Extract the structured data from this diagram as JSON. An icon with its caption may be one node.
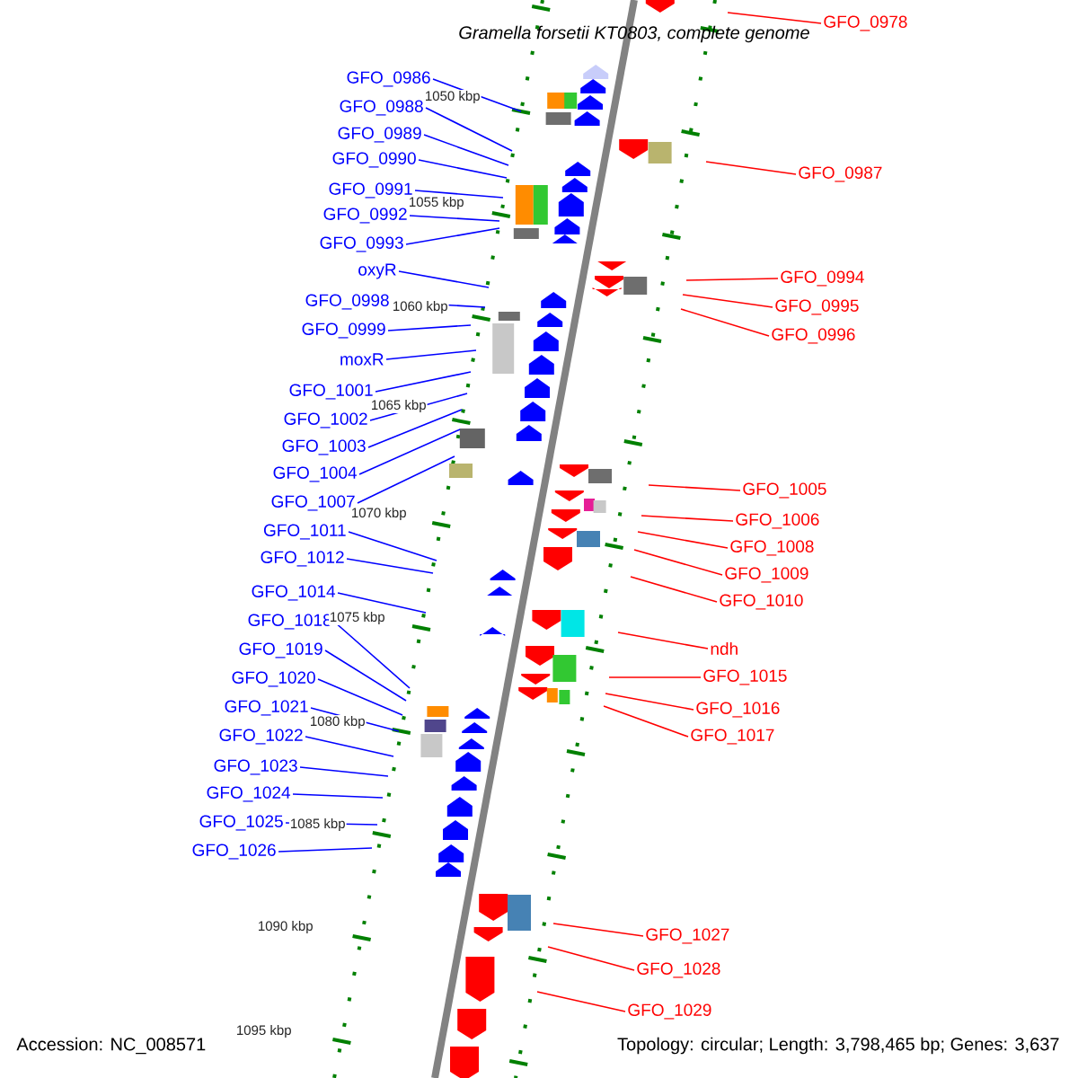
{
  "diagram": {
    "title": "Gramella forsetii KT0803, complete genome",
    "nodes": [
      {
        "text": [
          "GFO_0986"
        ]
      },
      {
        "text": [
          "GFO_0988"
        ]
      },
      {
        "text": [
          "GFO_0989"
        ]
      },
      {
        "text": [
          "GFO_0990"
        ]
      },
      {
        "text": [
          "GFO_0991"
        ]
      },
      {
        "text": [
          "GFO_0992"
        ]
      },
      {
        "text": [
          "GFO_0993"
        ]
      },
      {
        "text": [
          "oxyR"
        ]
      },
      {
        "text": [
          "GFO_0998"
        ]
      },
      {
        "text": [
          "GFO_0999"
        ]
      },
      {
        "text": [
          "moxR"
        ]
      },
      {
        "text": [
          "GFO_1001"
        ]
      },
      {
        "text": [
          "GFO_1002"
        ]
      },
      {
        "text": [
          "GFO_1003"
        ]
      },
      {
        "text": [
          "GFO_1004"
        ]
      },
      {
        "text": [
          "GFO_1007"
        ]
      },
      {
        "text": [
          "GFO_1011"
        ]
      },
      {
        "text": [
          "GFO_1012"
        ]
      },
      {
        "text": [
          "GFO_1014"
        ]
      },
      {
        "text": [
          "GFO_1018"
        ]
      },
      {
        "text": [
          "GFO_1019"
        ]
      },
      {
        "text": [
          "GFO_1020"
        ]
      },
      {
        "text": [
          "GFO_1021"
        ]
      },
      {
        "text": [
          "GFO_1022"
        ]
      },
      {
        "text": [
          "GFO_1023"
        ]
      },
      {
        "text": [
          "GFO_1024"
        ]
      },
      {
        "text": [
          "GFO_1025"
        ]
      },
      {
        "text": [
          "GFO_1026"
        ]
      },
      {
        "text": [
          "GFO_0978"
        ]
      },
      {
        "text": [
          "GFO_0987"
        ]
      },
      {
        "text": [
          "GFO_0994"
        ]
      },
      {
        "text": [
          "GFO_0995"
        ]
      },
      {
        "text": [
          "GFO_0996"
        ]
      },
      {
        "text": [
          "GFO_1005"
        ]
      },
      {
        "text": [
          "GFO_1006"
        ]
      },
      {
        "text": [
          "GFO_1008"
        ]
      },
      {
        "text": [
          "GFO_1009"
        ]
      },
      {
        "text": [
          "GFO_1010"
        ]
      },
      {
        "text": [
          "ndh"
        ]
      },
      {
        "text": [
          "GFO_1015"
        ]
      },
      {
        "text": [
          "GFO_1016"
        ]
      },
      {
        "text": [
          "GFO_1017"
        ]
      },
      {
        "text": [
          "GFO_1027"
        ]
      },
      {
        "text": [
          "GFO_1028"
        ]
      },
      {
        "text": [
          "GFO_1029"
        ]
      }
    ],
    "edges": [
      {
        "from": 0,
        "to": null,
        "arrow": "none"
      },
      {
        "from": 1,
        "to": null,
        "arrow": "none"
      },
      {
        "from": 2,
        "to": null,
        "arrow": "none"
      },
      {
        "from": 3,
        "to": null,
        "arrow": "none"
      },
      {
        "from": 4,
        "to": null,
        "arrow": "none"
      },
      {
        "from": 5,
        "to": null,
        "arrow": "none"
      },
      {
        "from": 6,
        "to": null,
        "arrow": "none"
      },
      {
        "from": 7,
        "to": null,
        "arrow": "none"
      },
      {
        "from": 8,
        "to": null,
        "arrow": "none"
      },
      {
        "from": 9,
        "to": null,
        "arrow": "none"
      },
      {
        "from": 10,
        "to": null,
        "arrow": "none"
      },
      {
        "from": 11,
        "to": null,
        "arrow": "none"
      },
      {
        "from": 12,
        "to": null,
        "arrow": "none"
      },
      {
        "from": 13,
        "to": null,
        "arrow": "none"
      },
      {
        "from": 14,
        "to": null,
        "arrow": "none"
      },
      {
        "from": 15,
        "to": null,
        "arrow": "none"
      },
      {
        "from": 16,
        "to": null,
        "arrow": "none"
      },
      {
        "from": 17,
        "to": null,
        "arrow": "none"
      },
      {
        "from": 18,
        "to": null,
        "arrow": "none"
      },
      {
        "from": 19,
        "to": null,
        "arrow": "none"
      },
      {
        "from": 20,
        "to": null,
        "arrow": "none"
      },
      {
        "from": 21,
        "to": null,
        "arrow": "none"
      },
      {
        "from": 22,
        "to": null,
        "arrow": "none"
      },
      {
        "from": 23,
        "to": null,
        "arrow": "none"
      },
      {
        "from": 24,
        "to": null,
        "arrow": "none"
      },
      {
        "from": 25,
        "to": null,
        "arrow": "none"
      },
      {
        "from": 26,
        "to": null,
        "arrow": "none"
      },
      {
        "from": 27,
        "to": null,
        "arrow": "none"
      },
      {
        "from": 28,
        "to": null,
        "arrow": "none",
        "color": "#ff0000"
      },
      {
        "from": 29,
        "to": null,
        "arrow": "none",
        "color": "#ff0000"
      },
      {
        "from": 30,
        "to": null,
        "arrow": "none",
        "color": "#ff0000"
      },
      {
        "from": 31,
        "to": null,
        "arrow": "none",
        "color": "#ff0000"
      },
      {
        "from": 32,
        "to": null,
        "arrow": "none",
        "color": "#ff0000"
      },
      {
        "from": 33,
        "to": null,
        "arrow": "none",
        "color": "#ff0000"
      },
      {
        "from": 34,
        "to": null,
        "arrow": "none",
        "color": "#ff0000"
      },
      {
        "from": 35,
        "to": null,
        "arrow": "none",
        "color": "#ff0000"
      },
      {
        "from": 36,
        "to": null,
        "arrow": "none",
        "color": "#ff0000"
      },
      {
        "from": 37,
        "to": null,
        "arrow": "none",
        "color": "#ff0000"
      },
      {
        "from": 38,
        "to": null,
        "arrow": "none",
        "color": "#ff0000"
      },
      {
        "from": 39,
        "to": null,
        "arrow": "none",
        "color": "#ff0000"
      },
      {
        "from": 40,
        "to": null,
        "arrow": "none",
        "color": "#ff0000"
      },
      {
        "from": 41,
        "to": null,
        "arrow": "none",
        "color": "#ff0000"
      },
      {
        "from": 42,
        "to": null,
        "arrow": "none",
        "color": "#ff0000"
      },
      {
        "from": 43,
        "to": null,
        "arrow": "none",
        "color": "#ff0000"
      },
      {
        "from": 44,
        "to": null,
        "arrow": "none",
        "color": "#ff0000"
      }
    ],
    "labels": [
      "1050 kbp",
      "1055 kbp",
      "1060 kbp",
      "1065 kbp",
      "1070 kbp",
      "1075 kbp",
      "1080 kbp",
      "1085 kbp",
      "1090 kbp",
      "1095 kbp",
      "Accession: NC_008571",
      "Topology: circular; Length: 3,798,465 bp; Genes: 3,637"
    ]
  }
}
